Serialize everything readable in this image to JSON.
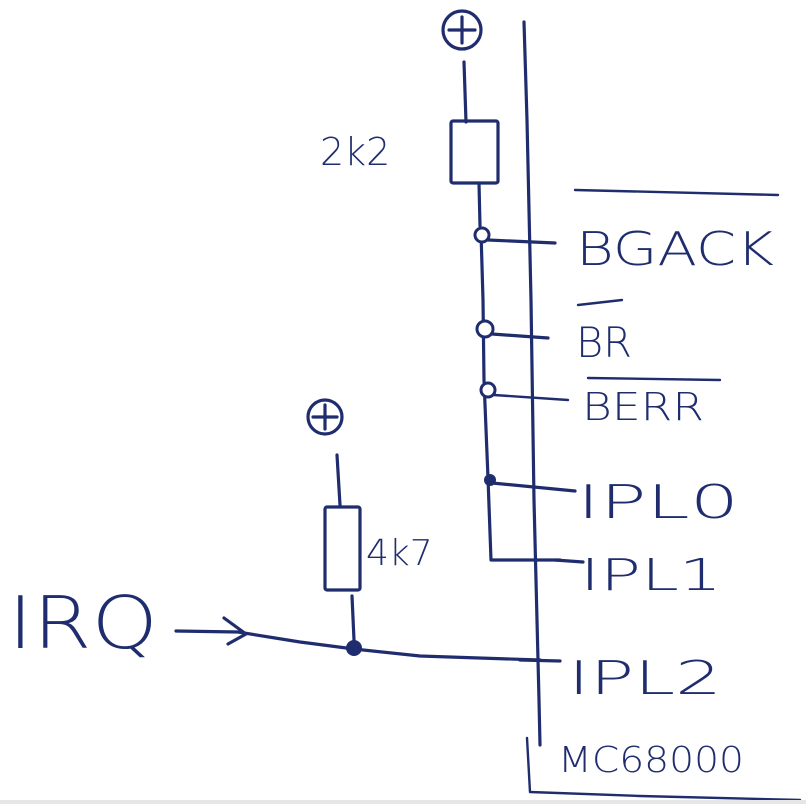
{
  "colors": {
    "ink": "#1f2d6e",
    "paper": "#ffffff"
  },
  "labels": {
    "top_resistor": "2k2",
    "irq_resistor": "4k7",
    "irq_input": "IRQ",
    "chip": "MC68000"
  },
  "pins": {
    "bgack": "BGACK",
    "br": "BR",
    "berr": "BERR",
    "ipl0": "IPL0",
    "ipl1": "IPL1",
    "ipl2": "IPL2"
  },
  "icons": {
    "supply": "plus-circle"
  }
}
